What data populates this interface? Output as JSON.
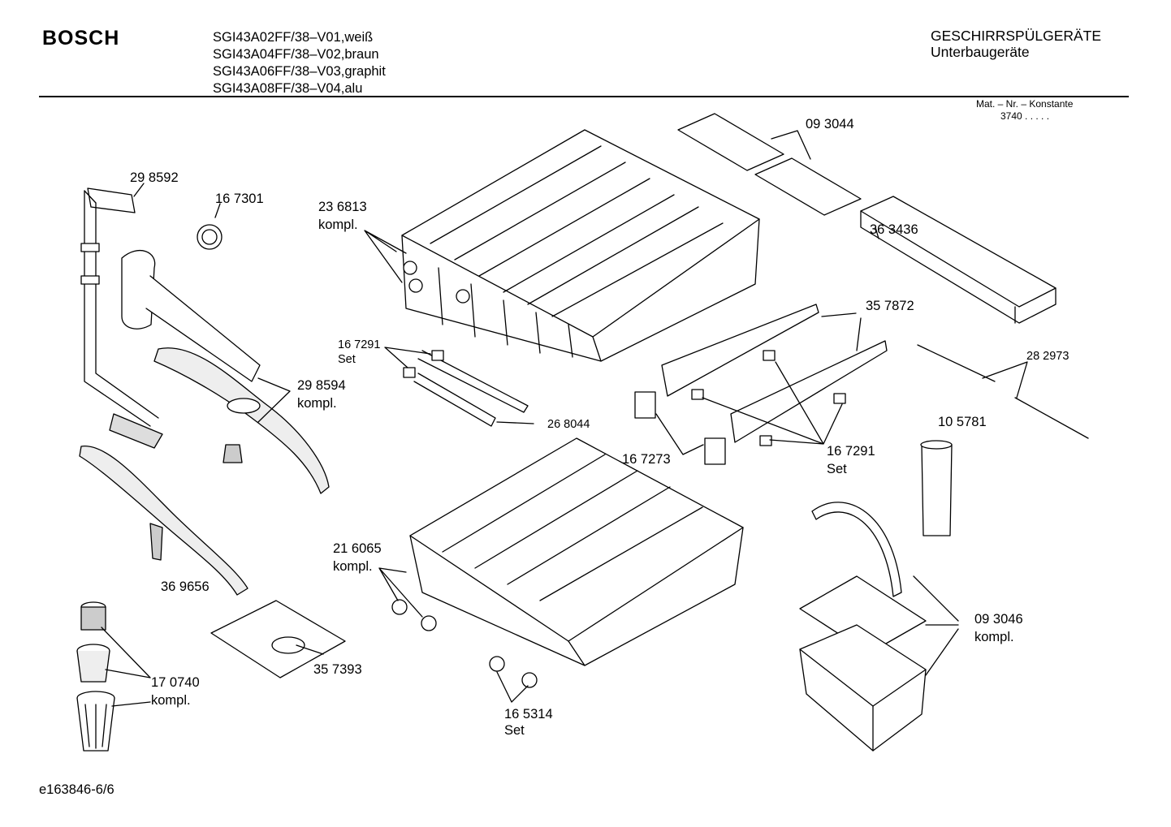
{
  "header": {
    "brand": "BOSCH",
    "models": [
      "SGI43A02FF/38–V01,weiß",
      "SGI43A04FF/38–V02,braun",
      "SGI43A06FF/38–V03,graphit",
      "SGI43A08FF/38–V04,alu"
    ],
    "category": "GESCHIRRSPÜLGERÄTE",
    "subcategory": "Unterbaugeräte",
    "mat_label": "Mat. – Nr. – Konstante",
    "mat_value": "3740  .  .  .  .  ."
  },
  "footer": {
    "doc_id": "e163846-6/6"
  },
  "parts": {
    "p298592": "29 8592",
    "p167301": "16 7301",
    "p236813": "23 6813",
    "kompl_a": "kompl.",
    "p093044": "09 3044",
    "p363436": "36 3436",
    "p357872": "35 7872",
    "p167291a": "16 7291",
    "set_a": "Set",
    "p282973": "28 2973",
    "p298594": "29 8594",
    "kompl_b": "kompl.",
    "p268044": "26 8044",
    "p105781": "10 5781",
    "p167273": "16 7273",
    "p167291b": "16 7291",
    "set_b": "Set",
    "p216065": "21 6065",
    "kompl_c": "kompl.",
    "p369656": "36 9656",
    "p093046": "09 3046",
    "kompl_d": "kompl.",
    "p357393": "35 7393",
    "p170740": "17 0740",
    "kompl_e": "kompl.",
    "p165314": "16 5314",
    "set_c": "Set"
  }
}
